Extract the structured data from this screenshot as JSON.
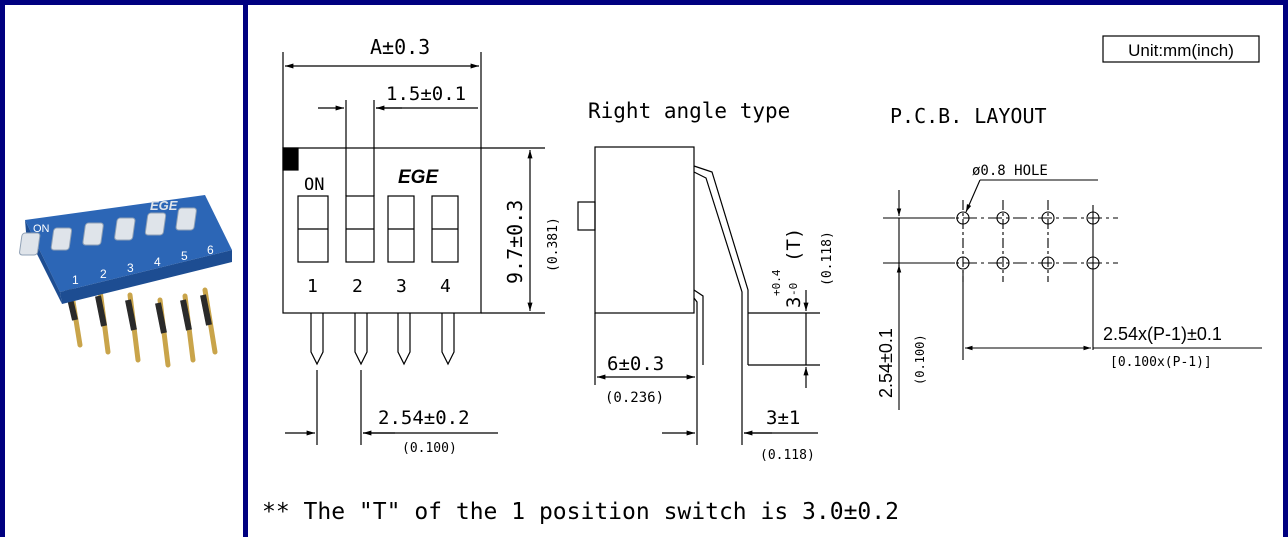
{
  "colors": {
    "frame": "#000080",
    "switch_body": "#2c66b6",
    "switch_body_dark": "#1d4d92",
    "slider": "#dfe4ea",
    "pin": "#c9a44a"
  },
  "photo": {
    "on_label": "ON",
    "brand": "EGE",
    "positions": [
      "1",
      "2",
      "3",
      "4",
      "5",
      "6"
    ]
  },
  "unit_box": "Unit:mm(inch)",
  "front_view": {
    "width_dim": "A±0.3",
    "pitch_dim": "1.5±0.1",
    "on_label": "ON",
    "brand": "EGE",
    "positions": [
      "1",
      "2",
      "3",
      "4"
    ],
    "height_dim": "9.7±0.3",
    "height_dim_inch": "(0.381)",
    "pin_pitch_dim": "2.54±0.2",
    "pin_pitch_dim_inch": "(0.100)"
  },
  "side_view": {
    "title": "Right angle type",
    "t_dim": "3",
    "t_tol_upper": "+0.4",
    "t_tol_lower": "-0",
    "t_suffix": "(T)",
    "t_dim_inch": "(0.118)",
    "depth_dim": "6±0.3",
    "depth_dim_inch": "(0.236)",
    "pin_len_dim": "3±1",
    "pin_len_dim_inch": "(0.118)"
  },
  "pcb_layout": {
    "title": "P.C.B. LAYOUT",
    "hole_label": "ø0.8  HOLE",
    "row_pitch_dim": "2.54±0.1",
    "row_pitch_dim_inch": "(0.100)",
    "col_span_dim": "2.54x(P-1)±0.1",
    "col_span_dim_inch": "[0.100x(P-1)]"
  },
  "footnote": "** The \"T\" of the 1 position switch is 3.0±0.2"
}
